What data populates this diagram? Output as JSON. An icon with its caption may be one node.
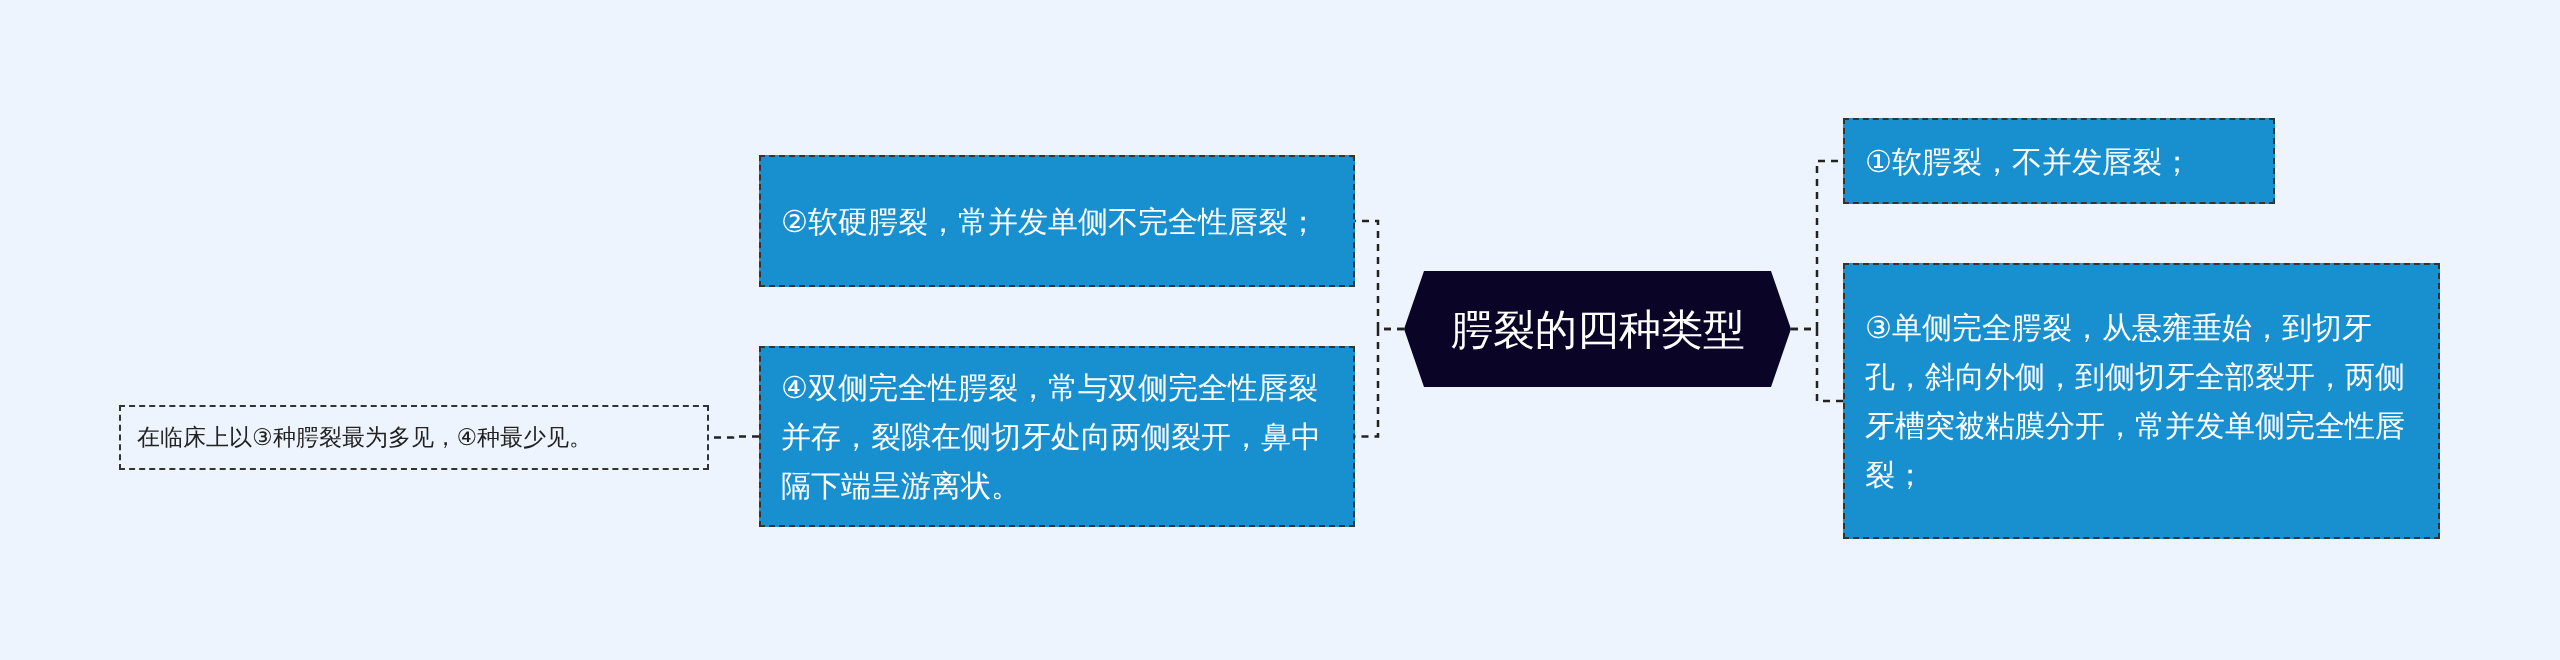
{
  "diagram": {
    "nodes": [
      {
        "text": [
          "腭裂的四种类型"
        ]
      },
      {
        "text": [
          "①软腭裂，不并发唇裂；"
        ]
      },
      {
        "text": [
          "②软硬腭裂，常并发单侧不完全性唇裂；"
        ]
      },
      {
        "text": [
          "③单侧完全腭裂，从悬雍垂始，到切牙孔，斜向外侧，到侧切牙全部裂开，两侧牙槽突被粘膜分开，常并发单侧完全性唇裂；"
        ]
      },
      {
        "text": [
          "④双侧完全性腭裂，常与双侧完全性唇裂并存，裂隙在侧切牙处向两侧裂开，鼻中隔下端呈游离状。"
        ]
      },
      {
        "text": [
          "在临床上以③种腭裂最为多见，④种最少见。"
        ]
      }
    ],
    "edges": [
      {
        "from": 0,
        "to": 1,
        "arrow": "none"
      },
      {
        "from": 0,
        "to": 3,
        "arrow": "none"
      },
      {
        "from": 0,
        "to": 2,
        "arrow": "none"
      },
      {
        "from": 0,
        "to": 4,
        "arrow": "none"
      },
      {
        "from": 4,
        "to": 5,
        "arrow": "none"
      }
    ]
  }
}
